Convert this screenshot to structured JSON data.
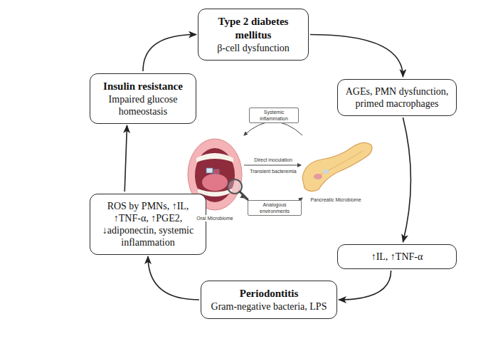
{
  "diagram": {
    "nodes": [
      {
        "text": [
          "Type 2 diabetes mellitus",
          "β-cell dysfunction"
        ]
      },
      {
        "text": [
          "AGEs, PMN dysfunction, primed macrophages"
        ]
      },
      {
        "text": [
          "↑IL, ↑TNF-α"
        ]
      },
      {
        "text": [
          "Periodontitis",
          "Gram-negative bacteria, LPS"
        ]
      },
      {
        "text": [
          "ROS by PMNs, ↑IL, ↑TNF-α, ↑PGE2, ↓adiponectin, systemic inflammation"
        ]
      },
      {
        "text": [
          "Insulin resistance",
          "Impaired glucose homeostasis"
        ]
      },
      {
        "text": [
          "Systemic inflammation"
        ]
      },
      {
        "text": [
          "Analogous environments"
        ]
      }
    ],
    "edges": [
      {
        "from": 0,
        "to": 1,
        "arrow": "to"
      },
      {
        "from": 1,
        "to": 2,
        "arrow": "to"
      },
      {
        "from": 2,
        "to": 3,
        "arrow": "to"
      },
      {
        "from": 3,
        "to": 4,
        "arrow": "to"
      },
      {
        "from": 4,
        "to": 5,
        "arrow": "to"
      },
      {
        "from": 5,
        "to": 0,
        "arrow": "to"
      }
    ],
    "labels": [
      "Direct inoculation",
      "Transient bacteremia",
      "Oral Microbiome",
      "Pancreatic Microbiome"
    ]
  }
}
